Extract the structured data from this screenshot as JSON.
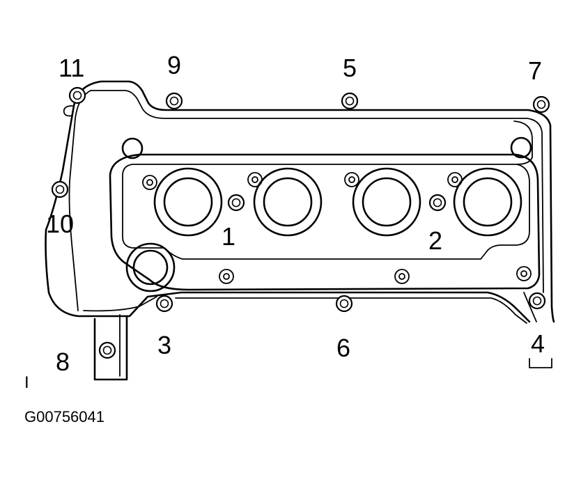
{
  "diagram": {
    "figure_code": "G00756041",
    "corner_mark": "I",
    "sequence_labels": [
      "11",
      "9",
      "5",
      "7",
      "10",
      "1",
      "2",
      "3",
      "6",
      "4",
      "8"
    ]
  },
  "colors": {
    "line": "#000000",
    "background": "#ffffff"
  }
}
